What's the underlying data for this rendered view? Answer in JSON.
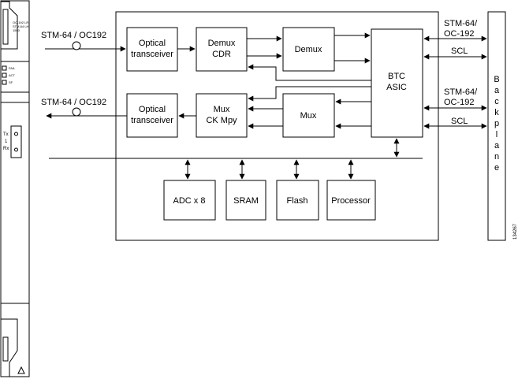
{
  "card_panel": {
    "title_lines": [
      "OC-192 LR",
      "STM-64 LH",
      "1550"
    ],
    "leds": [
      "FAIL",
      "ACT",
      "SF"
    ],
    "port_labels": [
      "Tx",
      "1",
      "Rx"
    ]
  },
  "signals": {
    "input_label": "STM-64 / OC192",
    "output_label": "STM-64 / OC192",
    "backplane_top_label": [
      "STM-64/",
      "OC-192"
    ],
    "backplane_bottom_label": [
      "STM-64/",
      "OC-192"
    ],
    "scl_top": "SCL",
    "scl_bottom": "SCL"
  },
  "blocks": {
    "optical_rx": [
      "Optical",
      "transceiver"
    ],
    "demux_cdr": [
      "Demux",
      "CDR"
    ],
    "demux": "Demux",
    "btc_asic": [
      "BTC",
      "ASIC"
    ],
    "optical_tx": [
      "Optical",
      "transceiver"
    ],
    "mux_ckmpy": [
      "Mux",
      "CK Mpy"
    ],
    "mux": "Mux",
    "adc": "ADC x 8",
    "sram": "SRAM",
    "flash": "Flash",
    "processor": "Processor"
  },
  "backplane_letters": [
    "B",
    "a",
    "c",
    "k",
    "p",
    "l",
    "a",
    "n",
    "e"
  ],
  "figure_id": "134267"
}
